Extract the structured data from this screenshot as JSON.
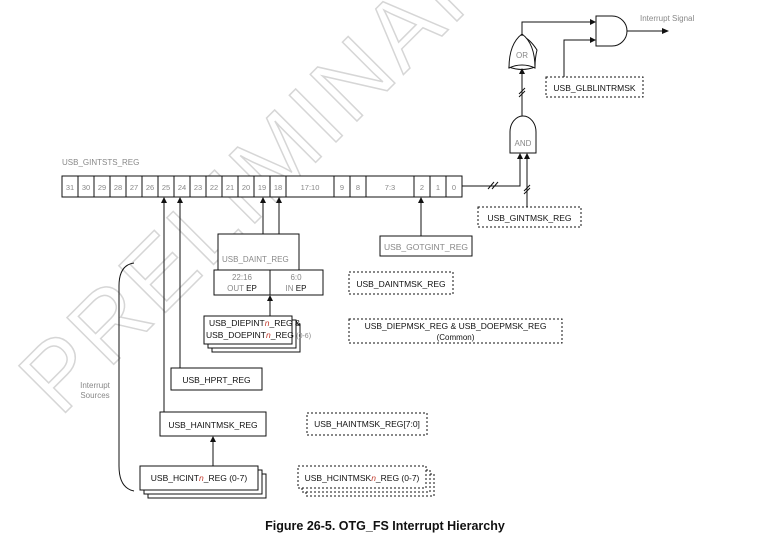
{
  "watermark": "PRELIMINARY",
  "caption": "Figure 26-5. OTG_FS Interrupt Hierarchy",
  "interrupt_signal": "Interrupt Signal",
  "or_gate": "OR",
  "and_gate": "AND",
  "glblintrmsk": "USB_GLBLINTRMSK",
  "gintsts_label": "USB_GINTSTS_REG",
  "gintmsk": "USB_GINTMSK_REG",
  "gotgint": "USB_GOTGINT_REG",
  "daint_label": "USB_DAINT_REG",
  "daint_out_bits": "22:16",
  "daint_out_text": "OUT ",
  "daint_out_bold": "EP",
  "daint_in_bits": "6:0",
  "daint_in_text": "IN ",
  "daint_in_bold": "EP",
  "daintmsk": "USB_DAINTMSK_REG",
  "diepint": {
    "line1_a": "USB_DIEPINT",
    "line1_n": "n",
    "line1_b": "_REG  &",
    "line2_a": "USB_DOEPINT",
    "line2_n": "n",
    "line2_b": "_REG ",
    "line2_range": "(0-6)"
  },
  "diepmsk": {
    "line1": "USB_DIEPMSK_REG & USB_DOEPMSK_REG",
    "line2": "(Common)"
  },
  "hprt": "USB_HPRT_REG",
  "interrupt_sources_1": "Interrupt",
  "interrupt_sources_2": "Sources",
  "haintmsk": "USB_HAINTMSK_REG",
  "haintmsk_range": "USB_HAINTMSK_REG[7:0]",
  "hcint": {
    "a": "USB_HCINT",
    "n": "n",
    "b": "_REG (0-7)"
  },
  "hcintmsk": {
    "a": "USB_HCINTMSK",
    "n": "n",
    "b": "_REG (0-7)"
  },
  "register_bits": [
    "31",
    "30",
    "29",
    "28",
    "27",
    "26",
    "25",
    "24",
    "23",
    "22",
    "21",
    "20",
    "19",
    "18",
    "17:10",
    "9",
    "8",
    "7:3",
    "2",
    "1",
    "0"
  ],
  "colors": {
    "line": "#111111",
    "label_grey": "#888888",
    "highlight_n": "#c0392b",
    "watermark": "#dcdcdc"
  }
}
